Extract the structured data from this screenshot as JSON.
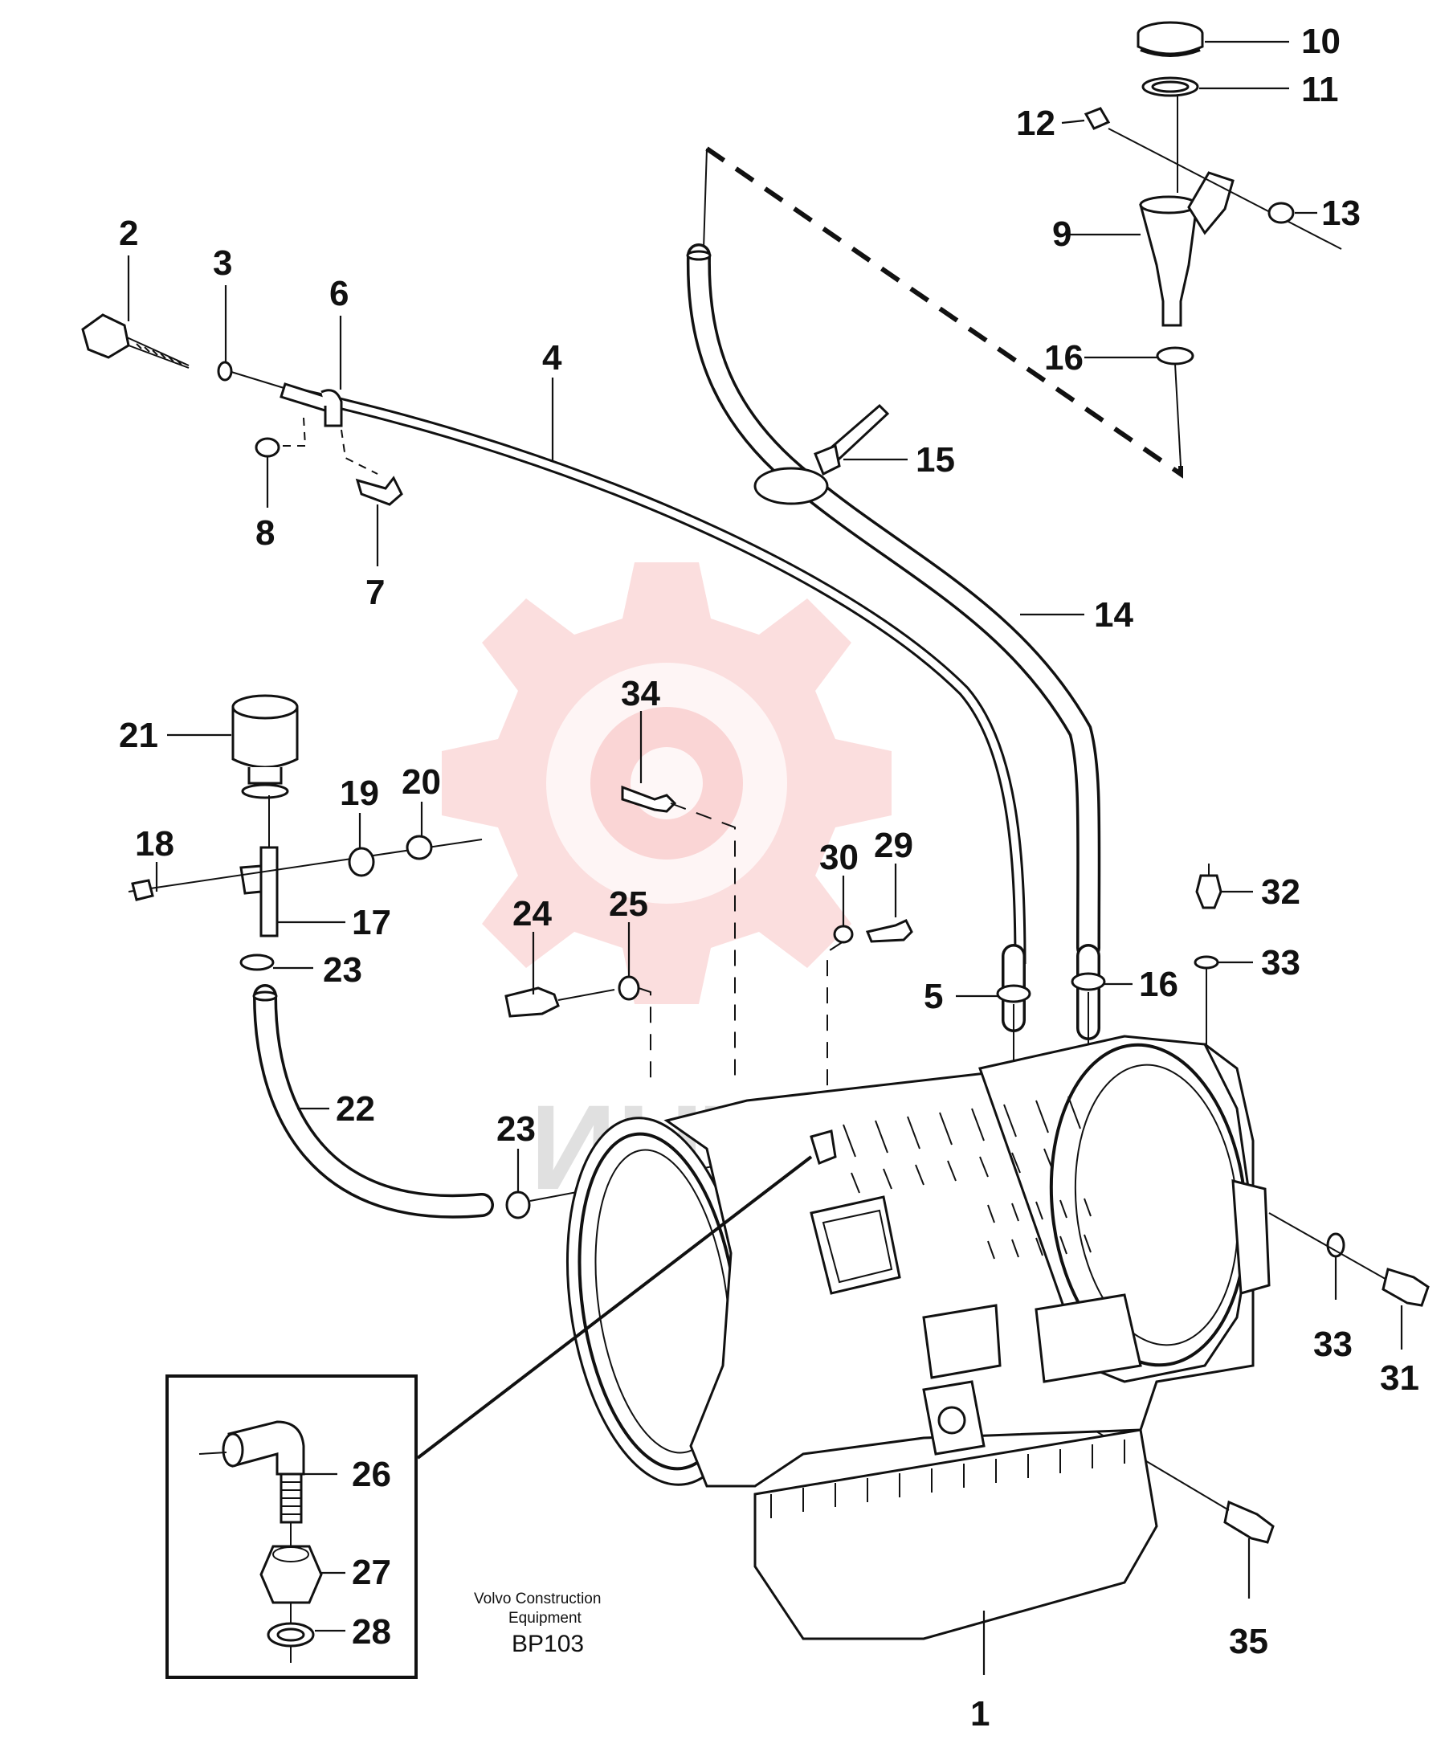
{
  "callouts": [
    {
      "id": "10",
      "label": "10"
    },
    {
      "id": "11",
      "label": "11"
    },
    {
      "id": "12",
      "label": "12"
    },
    {
      "id": "13",
      "label": "13"
    },
    {
      "id": "9",
      "label": "9"
    },
    {
      "id": "16a",
      "label": "16"
    },
    {
      "id": "15",
      "label": "15"
    },
    {
      "id": "2",
      "label": "2"
    },
    {
      "id": "3",
      "label": "3"
    },
    {
      "id": "6",
      "label": "6"
    },
    {
      "id": "4",
      "label": "4"
    },
    {
      "id": "8",
      "label": "8"
    },
    {
      "id": "7",
      "label": "7"
    },
    {
      "id": "14",
      "label": "14"
    },
    {
      "id": "34",
      "label": "34"
    },
    {
      "id": "21",
      "label": "21"
    },
    {
      "id": "19",
      "label": "19"
    },
    {
      "id": "20",
      "label": "20"
    },
    {
      "id": "18",
      "label": "18"
    },
    {
      "id": "17",
      "label": "17"
    },
    {
      "id": "23a",
      "label": "23"
    },
    {
      "id": "24",
      "label": "24"
    },
    {
      "id": "25",
      "label": "25"
    },
    {
      "id": "30",
      "label": "30"
    },
    {
      "id": "29",
      "label": "29"
    },
    {
      "id": "32",
      "label": "32"
    },
    {
      "id": "33a",
      "label": "33"
    },
    {
      "id": "5",
      "label": "5"
    },
    {
      "id": "16b",
      "label": "16"
    },
    {
      "id": "22",
      "label": "22"
    },
    {
      "id": "23b",
      "label": "23"
    },
    {
      "id": "33b",
      "label": "33"
    },
    {
      "id": "31",
      "label": "31"
    },
    {
      "id": "26",
      "label": "26"
    },
    {
      "id": "27",
      "label": "27"
    },
    {
      "id": "28",
      "label": "28"
    },
    {
      "id": "35",
      "label": "35"
    },
    {
      "id": "1",
      "label": "1"
    }
  ],
  "caption": {
    "line1": "Volvo Construction",
    "line2": "Equipment",
    "code": "BP103"
  },
  "watermark": {
    "text": "ИНТЕХ",
    "color": "#e83a3a"
  }
}
